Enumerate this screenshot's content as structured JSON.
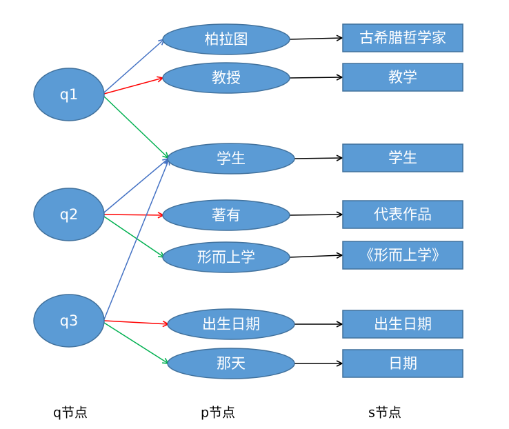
{
  "colors": {
    "node_fill": "#5b9bd5",
    "node_stroke": "#41719c",
    "edge_blue": "#4472c4",
    "edge_red": "#ff0000",
    "edge_green": "#00b050",
    "edge_black": "#000000"
  },
  "labels": {
    "q_column": "q节点",
    "p_column": "p节点",
    "s_column": "s节点"
  },
  "q_nodes": [
    "q1",
    "q2",
    "q3"
  ],
  "p_nodes": [
    "柏拉图",
    "教授",
    "学生",
    "著有",
    "形而上学",
    "出生日期",
    "那天"
  ],
  "s_nodes": [
    "古希腊哲学家",
    "教学",
    "学生",
    "代表作品",
    "《形而上学》",
    "出生日期",
    "日期"
  ],
  "edges": [
    {
      "from": "q1",
      "to": "柏拉图",
      "color": "blue"
    },
    {
      "from": "q1",
      "to": "教授",
      "color": "red"
    },
    {
      "from": "q1",
      "to": "学生",
      "color": "green"
    },
    {
      "from": "q2",
      "to": "学生",
      "color": "blue"
    },
    {
      "from": "q2",
      "to": "著有",
      "color": "red"
    },
    {
      "from": "q2",
      "to": "形而上学",
      "color": "green"
    },
    {
      "from": "q3",
      "to": "学生",
      "color": "blue"
    },
    {
      "from": "q3",
      "to": "出生日期",
      "color": "red"
    },
    {
      "from": "q3",
      "to": "那天",
      "color": "green"
    },
    {
      "from": "柏拉图",
      "to": "古希腊哲学家",
      "color": "black"
    },
    {
      "from": "教授",
      "to": "教学",
      "color": "black"
    },
    {
      "from": "学生",
      "to": "学生",
      "color": "black"
    },
    {
      "from": "著有",
      "to": "代表作品",
      "color": "black"
    },
    {
      "from": "形而上学",
      "to": "《形而上学》",
      "color": "black"
    },
    {
      "from": "出生日期",
      "to": "出生日期",
      "color": "black"
    },
    {
      "from": "那天",
      "to": "日期",
      "color": "black"
    }
  ]
}
